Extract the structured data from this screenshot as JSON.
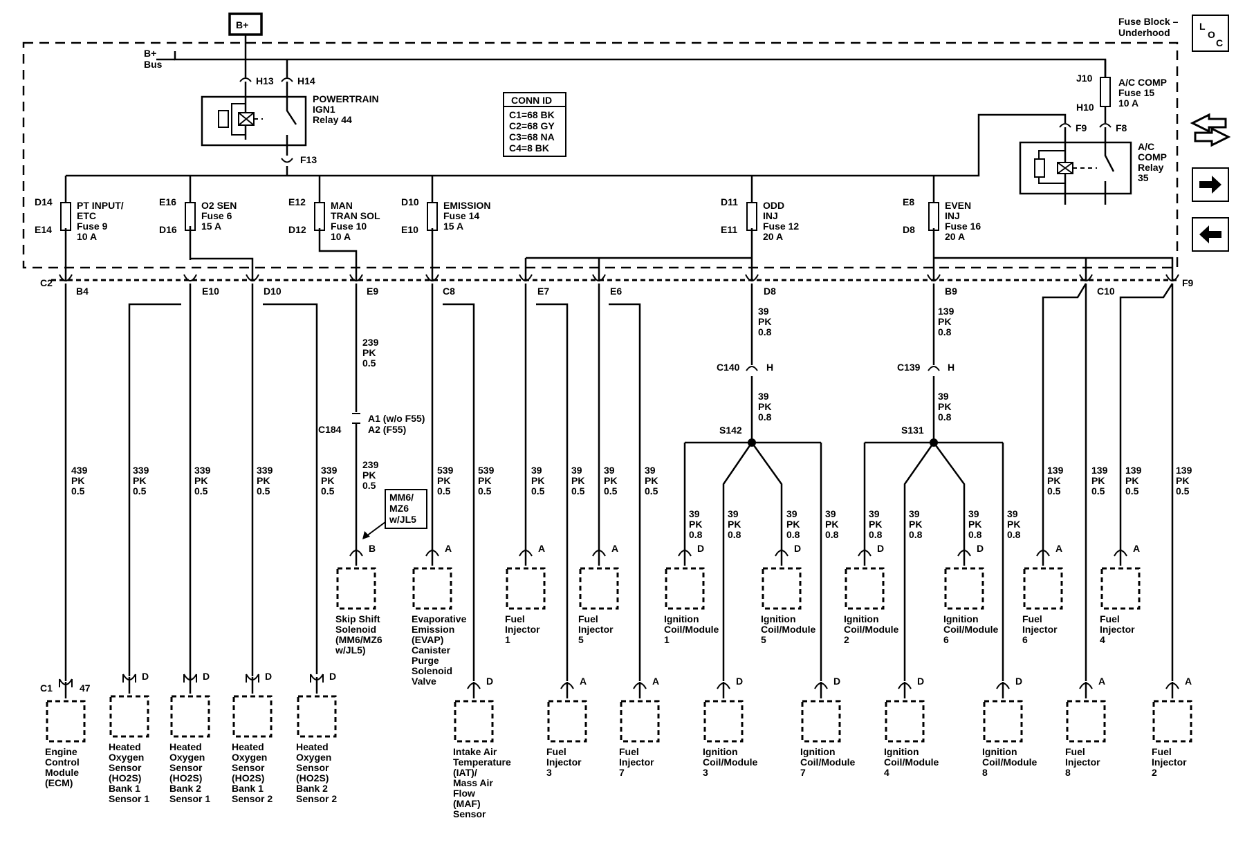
{
  "fuse_block": {
    "line1": "Fuse Block –",
    "line2": "Underhood"
  },
  "loc_icon": {
    "l": "L",
    "o": "O",
    "c": "C"
  },
  "bplus": "B+",
  "bus": {
    "line1": "B+",
    "line2": "Bus"
  },
  "relay_pt": {
    "name": "POWERTRAIN",
    "l2": "IGN1",
    "l3": "Relay 44",
    "in1": "H13",
    "in2": "H14",
    "out": "F13"
  },
  "relay_ac": {
    "name": "A/C",
    "l2": "COMP",
    "l3": "Relay",
    "l4": "35",
    "in1": "F9",
    "in2": "F8"
  },
  "ac_fuse": {
    "top": "J10",
    "bottom": "H10",
    "name": "A/C COMP",
    "fuse": "Fuse 15",
    "amp": "10 A"
  },
  "conn_id": {
    "title": "CONN ID",
    "rows": [
      "C1=68 BK",
      "C2=68 GY",
      "C3=68 NA",
      "C4=8 BK"
    ]
  },
  "fuses": [
    {
      "top": "D14",
      "bottom": "E14",
      "l1": "PT INPUT/",
      "l2": "ETC",
      "l3": "Fuse 9",
      "l4": "10 A"
    },
    {
      "top": "E16",
      "bottom": "D16",
      "l1": "O2 SEN",
      "l2": "Fuse 6",
      "l3": "15 A",
      "l4": ""
    },
    {
      "top": "E12",
      "bottom": "D12",
      "l1": "MAN",
      "l2": "TRAN SOL",
      "l3": "Fuse 10",
      "l4": "10 A"
    },
    {
      "top": "D10",
      "bottom": "E10",
      "l1": "EMISSION",
      "l2": "Fuse 14",
      "l3": "15 A",
      "l4": ""
    },
    {
      "top": "D11",
      "bottom": "E11",
      "l1": "ODD",
      "l2": "INJ",
      "l3": "Fuse 12",
      "l4": "20 A"
    },
    {
      "top": "E8",
      "bottom": "D8",
      "l1": "EVEN",
      "l2": "INJ",
      "l3": "Fuse 16",
      "l4": "20 A"
    }
  ],
  "block_pins": {
    "c2": "C2",
    "b4": "B4",
    "e10": "E10",
    "d10": "D10",
    "e9": "E9",
    "c8": "C8",
    "e7": "E7",
    "e6": "E6",
    "d8": "D8",
    "b9": "B9",
    "c10": "C10",
    "f9": "F9"
  },
  "wires": {
    "w439": [
      "439",
      "PK",
      "0.5"
    ],
    "w339": [
      "339",
      "PK",
      "0.5"
    ],
    "w239": [
      "239",
      "PK",
      "0.5"
    ],
    "w539": [
      "539",
      "PK",
      "0.5"
    ],
    "w39s": [
      "39",
      "PK",
      "0.5"
    ],
    "w39": [
      "39",
      "PK",
      "0.8"
    ],
    "w139": [
      "139",
      "PK",
      "0.8"
    ],
    "w139s": [
      "139",
      "PK",
      "0.5"
    ]
  },
  "inline": {
    "c140": "C140",
    "c139": "C139",
    "h": "H",
    "s142": "S142",
    "s131": "S131",
    "c184": "C184",
    "a1": "A1 (w/o F55)",
    "a2": "A2 (F55)",
    "c1": "C1",
    "p47": "47"
  },
  "note": {
    "l1": "MM6/",
    "l2": "MZ6",
    "l3": "w/JL5"
  },
  "pins": {
    "a": "A",
    "b": "B",
    "d": "D"
  },
  "components": {
    "ecm": [
      "Engine",
      "Control",
      "Module",
      "(ECM)"
    ],
    "ho2s_b1s1": [
      "Heated",
      "Oxygen",
      "Sensor",
      "(HO2S)",
      "Bank 1",
      "Sensor 1"
    ],
    "ho2s_b2s1": [
      "Heated",
      "Oxygen",
      "Sensor",
      "(HO2S)",
      "Bank 2",
      "Sensor 1"
    ],
    "ho2s_b1s2": [
      "Heated",
      "Oxygen",
      "Sensor",
      "(HO2S)",
      "Bank 1",
      "Sensor 2"
    ],
    "ho2s_b2s2": [
      "Heated",
      "Oxygen",
      "Sensor",
      "(HO2S)",
      "Bank 2",
      "Sensor 2"
    ],
    "skip_shift": [
      "Skip Shift",
      "Solenoid",
      "(MM6/MZ6",
      "w/JL5)"
    ],
    "evap": [
      "Evaporative",
      "Emission",
      "(EVAP)",
      "Canister",
      "Purge",
      "Solenoid",
      "Valve"
    ],
    "iat_maf": [
      "Intake Air",
      "Temperature",
      "(IAT)/",
      "Mass Air",
      "Flow",
      "(MAF)",
      "Sensor"
    ],
    "inj1": [
      "Fuel",
      "Injector",
      "1"
    ],
    "inj5": [
      "Fuel",
      "Injector",
      "5"
    ],
    "inj3": [
      "Fuel",
      "Injector",
      "3"
    ],
    "inj7": [
      "Fuel",
      "Injector",
      "7"
    ],
    "inj6": [
      "Fuel",
      "Injector",
      "6"
    ],
    "inj4": [
      "Fuel",
      "Injector",
      "4"
    ],
    "inj8": [
      "Fuel",
      "Injector",
      "8"
    ],
    "inj2": [
      "Fuel",
      "Injector",
      "2"
    ],
    "coil1": [
      "Ignition",
      "Coil/Module",
      "1"
    ],
    "coil5": [
      "Ignition",
      "Coil/Module",
      "5"
    ],
    "coil3": [
      "Ignition",
      "Coil/Module",
      "3"
    ],
    "coil7": [
      "Ignition",
      "Coil/Module",
      "7"
    ],
    "coil2": [
      "Ignition",
      "Coil/Module",
      "2"
    ],
    "coil6": [
      "Ignition",
      "Coil/Module",
      "6"
    ],
    "coil4": [
      "Ignition",
      "Coil/Module",
      "4"
    ],
    "coil8": [
      "Ignition",
      "Coil/Module",
      "8"
    ]
  }
}
